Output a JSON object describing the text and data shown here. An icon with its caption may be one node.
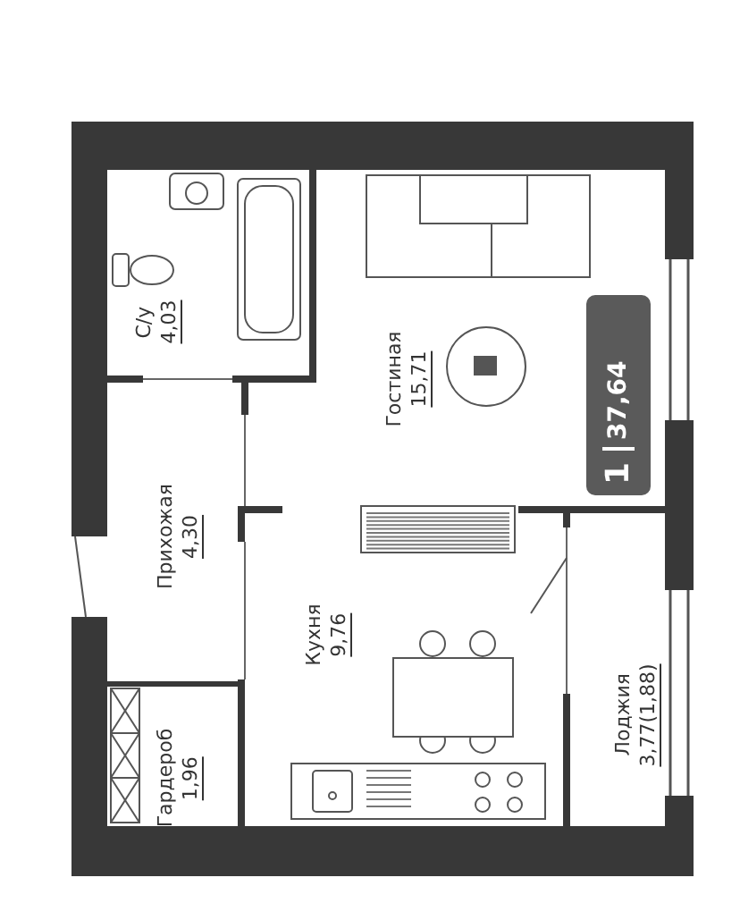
{
  "diagram": {
    "nodes": [
      {
        "text": [
          "С/у",
          "4,03"
        ]
      },
      {
        "text": [
          "Гостиная",
          "15,71"
        ]
      },
      {
        "text": [
          "1",
          "37,64"
        ]
      },
      {
        "text": [
          "Прихожая",
          "4,30"
        ]
      },
      {
        "text": [
          "Кухня",
          "9,76"
        ]
      },
      {
        "text": [
          "Гардероб",
          "1,96"
        ]
      },
      {
        "text": [
          "Лоджия",
          "3,77(1,88)"
        ]
      }
    ]
  }
}
